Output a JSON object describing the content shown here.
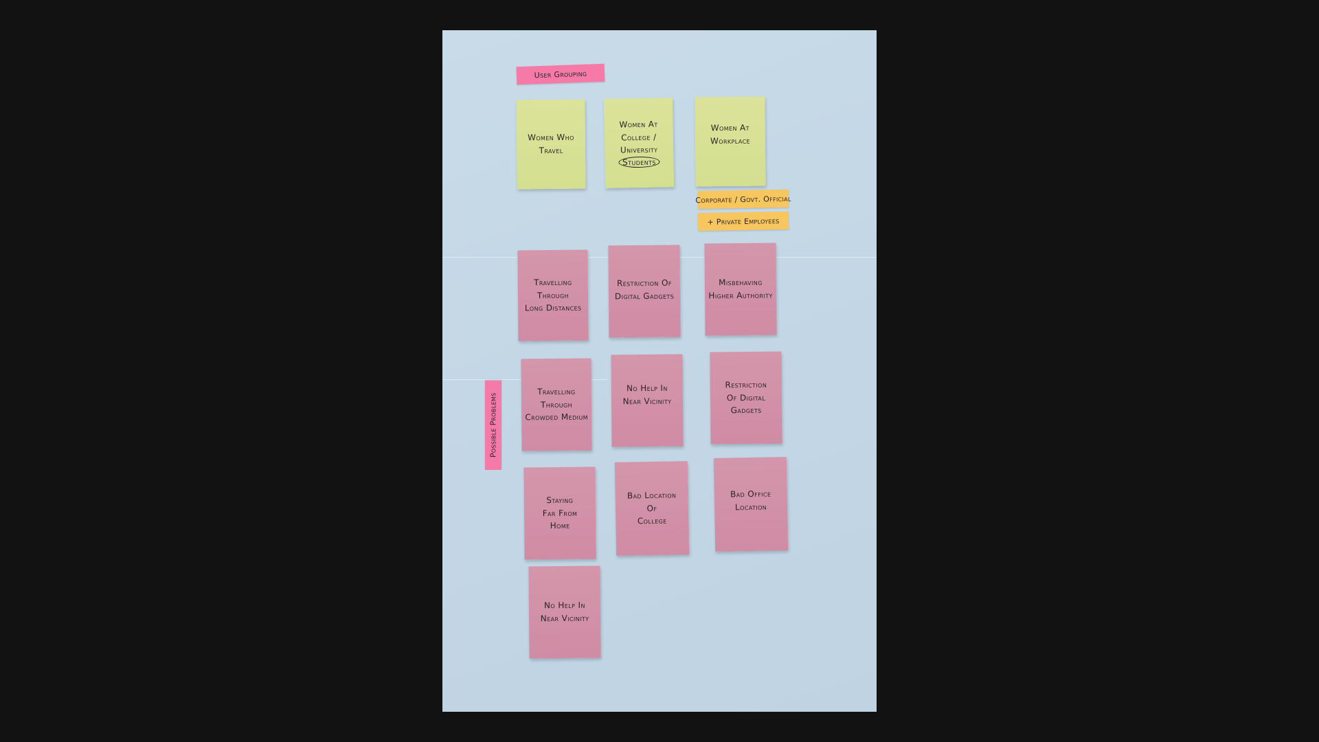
{
  "board": {
    "user_grouping_label": "User Grouping",
    "possible_problems_label": "Possible Problems",
    "groups": [
      {
        "id": "women-who-travel",
        "text": "Women Who\nTravel"
      },
      {
        "id": "women-at-college",
        "text": "Women At\nCollege /\nUniversity",
        "circled": "Students"
      },
      {
        "id": "women-at-workplace",
        "text": "Women At\nWorkplace"
      }
    ],
    "workplace_tags": [
      {
        "text": "Corporate / Govt. Official"
      },
      {
        "text": "+ Private Employees"
      }
    ],
    "problems": [
      {
        "text": "Travelling\nThrough\nLong Distances"
      },
      {
        "text": "Restriction Of\nDigital Gadgets"
      },
      {
        "text": "Misbehaving\nHigher Authority"
      },
      {
        "text": "Travelling\nThrough\nCrowded Medium"
      },
      {
        "text": "No Help In\nNear Vicinity"
      },
      {
        "text": "Restriction\nOf Digital\nGadgets"
      },
      {
        "text": "Staying\nFar From\nHome"
      },
      {
        "text": "Bad Location\nOf\nCollege"
      },
      {
        "text": "Bad Office\nLocation"
      },
      {
        "text": "No Help In\nNear Vicinity"
      }
    ],
    "colors": {
      "background": "#121212",
      "board": "#c5d8e6",
      "green_note": "#d6e093",
      "pink_note": "#d192a8",
      "hotpink_flag": "#f57aa8",
      "orange_flag": "#f7c65e"
    }
  }
}
